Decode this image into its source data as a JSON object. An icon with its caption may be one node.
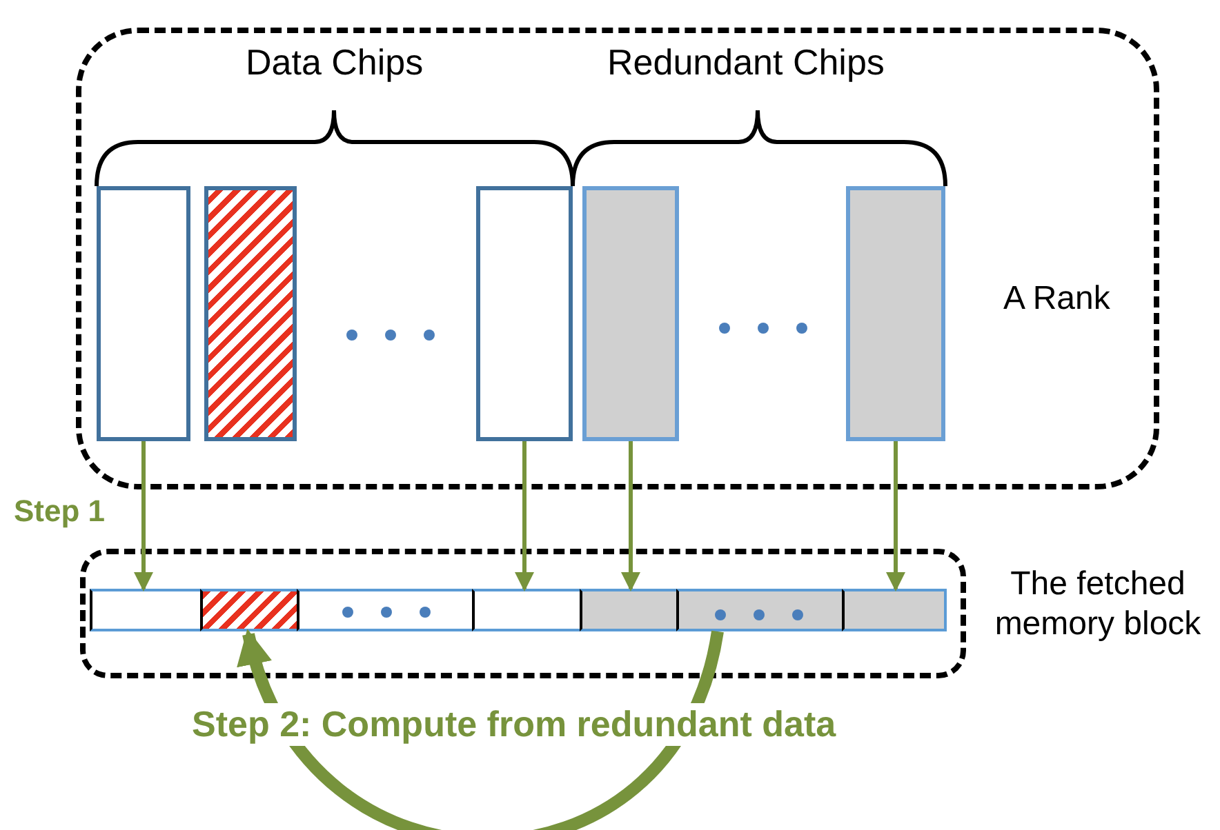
{
  "diagram": {
    "nodes": [
      {
        "text": [
          "A Rank"
        ]
      },
      {
        "text": [],
        "shape": "box",
        "in": 0
      },
      {
        "text": [],
        "shape": "box",
        "in": 0
      },
      {
        "text": [],
        "shape": "box",
        "in": 0
      },
      {
        "text": [],
        "shape": "box",
        "in": 0
      },
      {
        "text": [],
        "shape": "box",
        "in": 0
      },
      {
        "text": [
          "The fetched memory block"
        ]
      },
      {
        "text": [],
        "shape": "box",
        "in": 6
      },
      {
        "text": [],
        "shape": "box",
        "in": 6
      },
      {
        "text": [],
        "shape": "box",
        "in": 6
      },
      {
        "text": [],
        "shape": "box",
        "in": 6
      },
      {
        "text": [],
        "shape": "box",
        "in": 6
      },
      {
        "text": [],
        "shape": "box",
        "in": 6
      },
      {
        "text": [],
        "shape": "box",
        "in": 6
      }
    ],
    "edges": [
      {
        "from": 1,
        "to": 7,
        "arrow": "to"
      },
      {
        "from": 3,
        "to": 10,
        "arrow": "to"
      },
      {
        "from": 4,
        "to": 11,
        "arrow": "to"
      },
      {
        "from": 5,
        "to": 13,
        "arrow": "to"
      },
      {
        "from": 12,
        "to": 8,
        "arrow": "to",
        "label": "Step 2: Compute from redundant data",
        "style": "thick"
      }
    ],
    "labels": [
      "Data Chips",
      "Redundant Chips",
      "Step 1"
    ]
  }
}
